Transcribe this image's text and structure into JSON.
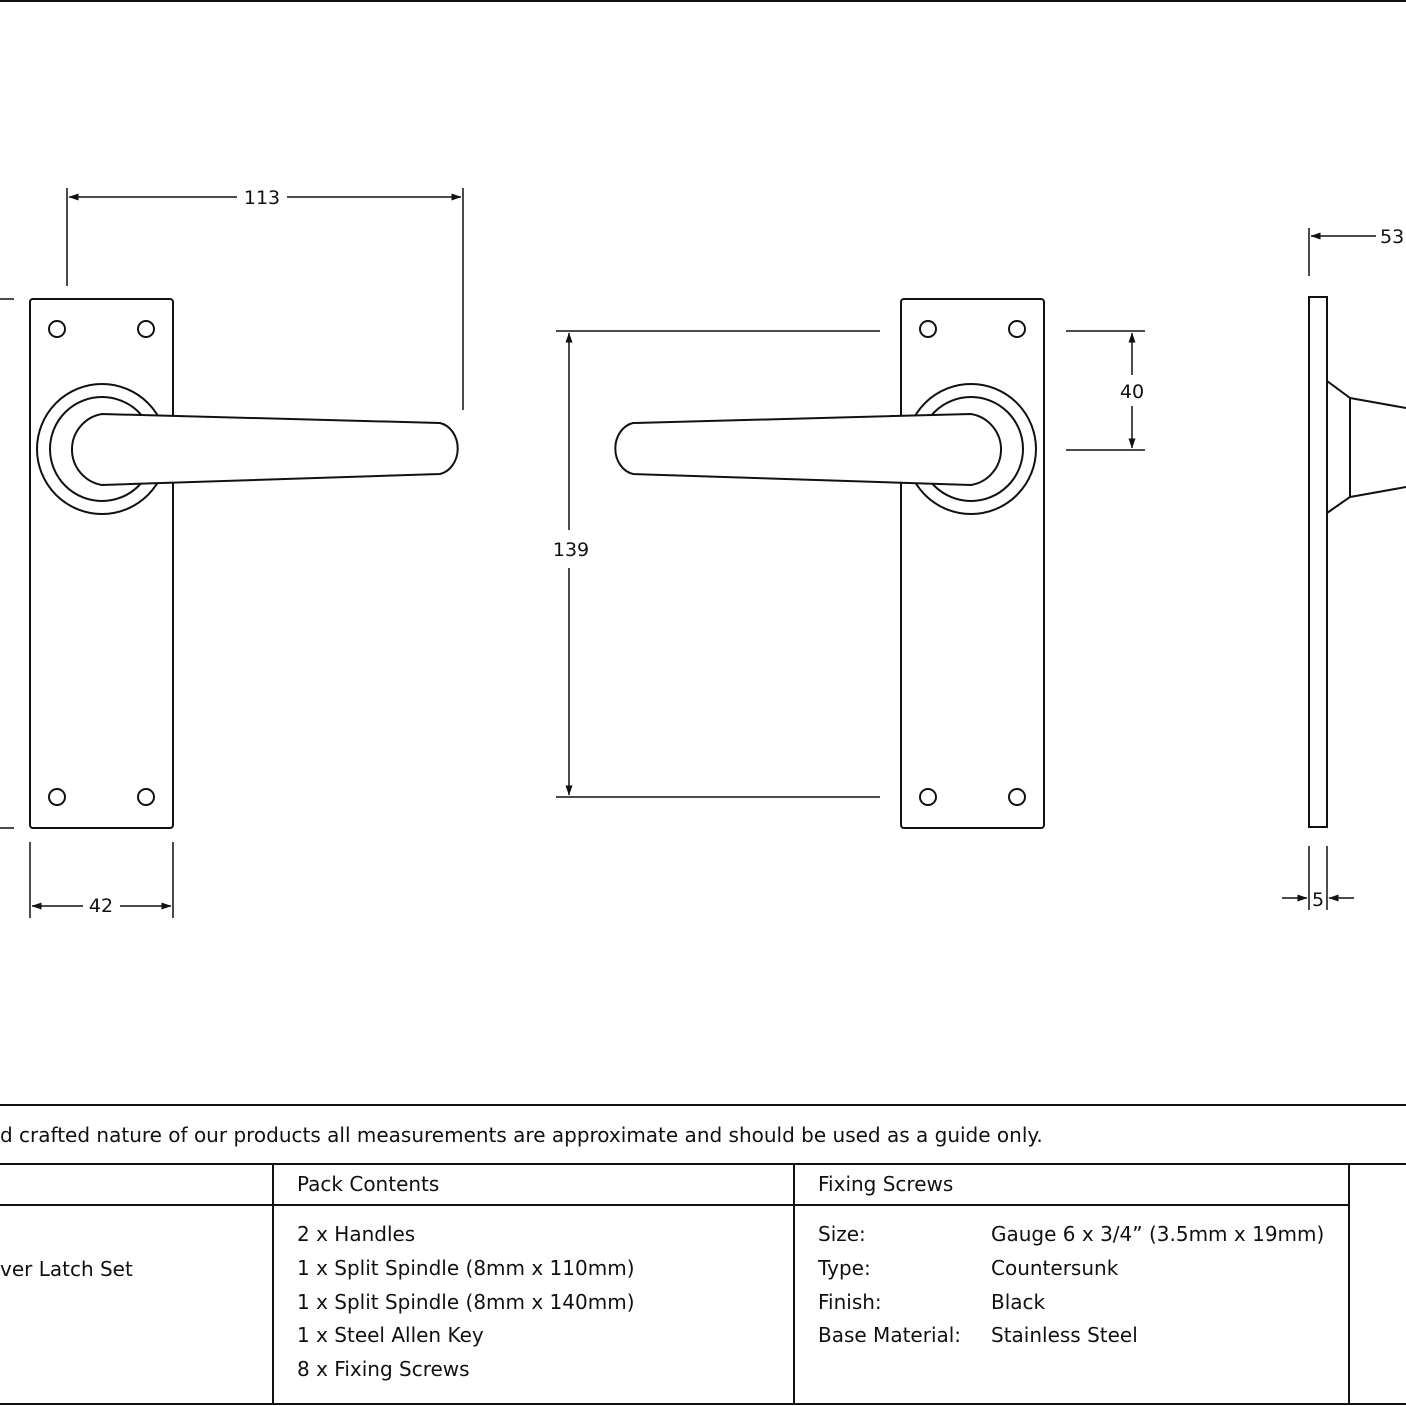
{
  "dimensions": {
    "width_113": "113",
    "width_42": "42",
    "height_139": "139",
    "rose_40": "40",
    "projection_53": "53",
    "thickness_5": "5"
  },
  "footer": {
    "note": "d crafted nature of our products all measurements are approximate and should be used as a guide only.",
    "product_fragment": "ver Latch Set",
    "pack_contents": {
      "heading": "Pack Contents",
      "items": [
        "2 x Handles",
        "1 x Split Spindle (8mm x 110mm)",
        "1 x Split Spindle (8mm x 140mm)",
        "1 x Steel Allen Key",
        "8 x Fixing Screws"
      ]
    },
    "fixing_screws": {
      "heading": "Fixing Screws",
      "rows": [
        {
          "label": "Size:",
          "value": "Gauge 6 x 3/4” (3.5mm x 19mm)"
        },
        {
          "label": "Type:",
          "value": "Countersunk"
        },
        {
          "label": "Finish:",
          "value": "Black"
        },
        {
          "label": "Base Material:",
          "value": "Stainless Steel"
        }
      ]
    }
  }
}
